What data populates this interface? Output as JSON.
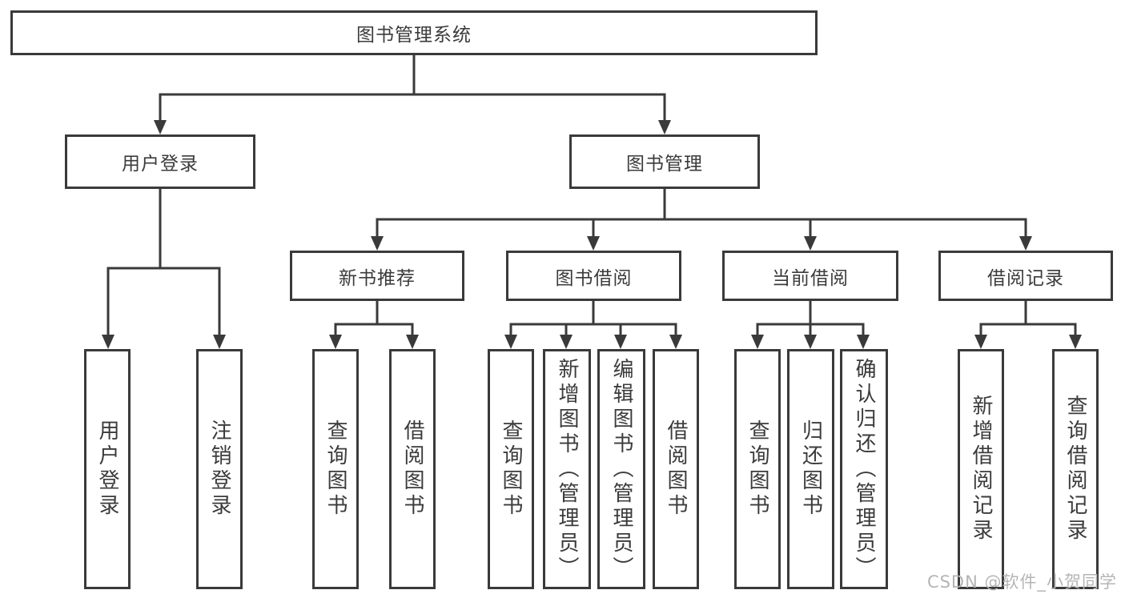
{
  "diagram": {
    "title": "图书管理系统",
    "watermark": "CSDN @软件_小贺同学",
    "colors": {
      "line": "#3a3a3a",
      "text": "#3b3b3b",
      "box_fill": "#ffffff",
      "watermark": "#b5b5b5"
    },
    "level2": [
      {
        "label": "用户登录",
        "parent": "图书管理系统"
      },
      {
        "label": "图书管理",
        "parent": "图书管理系统"
      }
    ],
    "level3": [
      {
        "label": "新书推荐",
        "parent": "图书管理"
      },
      {
        "label": "图书借阅",
        "parent": "图书管理"
      },
      {
        "label": "当前借阅",
        "parent": "图书管理"
      },
      {
        "label": "借阅记录",
        "parent": "图书管理"
      }
    ],
    "leaves": [
      {
        "label": "用户登录",
        "parent": "用户登录"
      },
      {
        "label": "注销登录",
        "parent": "用户登录"
      },
      {
        "label": "查询图书",
        "parent": "新书推荐"
      },
      {
        "label": "借阅图书",
        "parent": "新书推荐"
      },
      {
        "label": "查询图书",
        "parent": "图书借阅"
      },
      {
        "label": "新增图书（管理员）",
        "parent": "图书借阅"
      },
      {
        "label": "编辑图书（管理员）",
        "parent": "图书借阅"
      },
      {
        "label": "借阅图书",
        "parent": "图书借阅"
      },
      {
        "label": "查询图书",
        "parent": "当前借阅"
      },
      {
        "label": "归还图书",
        "parent": "当前借阅"
      },
      {
        "label": "确认归还（管理员）",
        "parent": "当前借阅"
      },
      {
        "label": "新增借阅记录",
        "parent": "借阅记录"
      },
      {
        "label": "查询借阅记录",
        "parent": "借阅记录"
      }
    ]
  }
}
